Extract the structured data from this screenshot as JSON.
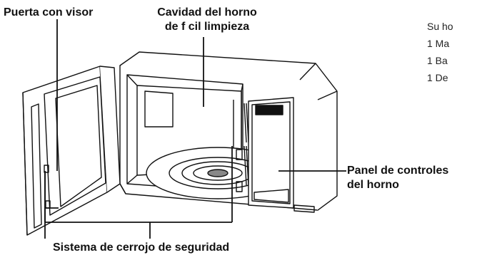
{
  "labels": {
    "door": "Puerta con visor",
    "cavity_line1": "Cavidad del horno",
    "cavity_line2": "de f cil limpieza",
    "panel_line1": "Panel de controles",
    "panel_line2": "del horno",
    "latch": "Sistema de cerrojo de seguridad"
  },
  "side_text": {
    "intro": "Su ho",
    "items": [
      "1 Ma",
      "1 Ba",
      "1 De"
    ]
  }
}
